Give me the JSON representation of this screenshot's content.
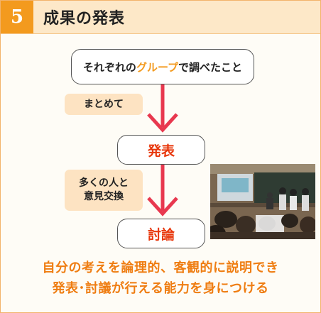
{
  "header": {
    "number": "5",
    "title": "成果の発表"
  },
  "flow": {
    "top_node": {
      "prefix": "それぞれの",
      "accent": "グループ",
      "suffix": "で調べたこと"
    },
    "tag1": "まとめて",
    "mid_node": "発表",
    "tag2_line1": "多くの人と",
    "tag2_line2": "意見交換",
    "bottom_node": "討論"
  },
  "footer": {
    "line1": "自分の考えを論理的、客観的に説明でき",
    "line2": "発表･討議が行える能力を身につける"
  },
  "colors": {
    "accent": "#f39a1e",
    "arrow": "#e8384f",
    "node_text": "#e8380d"
  }
}
